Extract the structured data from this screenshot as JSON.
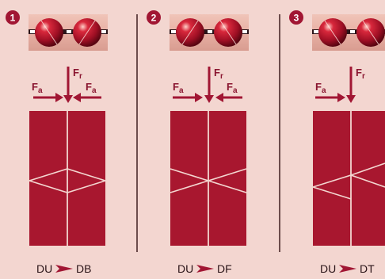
{
  "colors": {
    "background": "#f3d6d0",
    "accent": "#a11633",
    "dark_red": "#8a1530",
    "block_fill": "#a8172f",
    "divider": "#4a2a2a"
  },
  "panels": [
    {
      "number": "1",
      "radial_force": "Fr",
      "axial_left": "Fa",
      "axial_right": "Fa",
      "caption_left": "DU",
      "caption_right": "DB",
      "arrangement": "back-to-back"
    },
    {
      "number": "2",
      "radial_force": "Fr",
      "axial_left": "Fa",
      "axial_right": "Fa",
      "caption_left": "DU",
      "caption_right": "DF",
      "arrangement": "face-to-face"
    },
    {
      "number": "3",
      "radial_force": "Fr",
      "axial_left": "Fa",
      "axial_right": "",
      "caption_left": "DU",
      "caption_right": "DT",
      "arrangement": "tandem"
    }
  ]
}
